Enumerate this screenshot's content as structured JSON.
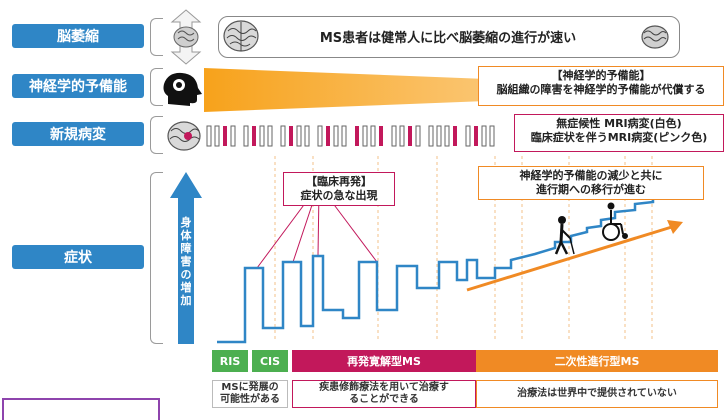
{
  "rows": {
    "atrophy": "脳萎縮",
    "reserve": "神経学的予備能",
    "lesions": "新規病変",
    "symptoms": "症状"
  },
  "atrophy_caption": "MS患者は健常人に比べ脳萎縮の進行が速い",
  "reserve_box": {
    "line1": "【神経学的予備能】",
    "line2": "脳組織の障害を神経学的予備能が代償する"
  },
  "lesion_box": {
    "line1": "無症候性 MRI病変(白色)",
    "line2": "臨床症状を伴うMRI病変(ピンク色)"
  },
  "relapse_box": {
    "line1": "【臨床再発】",
    "line2": "症状の急な出現"
  },
  "progression_box": {
    "line1": "神経学的予備能の減少と共に",
    "line2": "進行期への移行が進む"
  },
  "axis_label": "身体障害の増加",
  "phases": [
    {
      "label": "RIS",
      "color": "#4caf50"
    },
    {
      "label": "CIS",
      "color": "#4caf50"
    },
    {
      "label": "再発寛解型MS",
      "color": "#c2185b"
    },
    {
      "label": "二次性進行型MS",
      "color": "#f08a24"
    }
  ],
  "notes": {
    "ris_cis": "MSに発展の可能性がある",
    "rrms": "疾患修飾療法を用いて治療することができる",
    "spms": "治療法は世界中で提供されていない"
  },
  "lesion_pattern": [
    "w",
    "w",
    "p",
    "w",
    "w",
    "p",
    "w",
    "w",
    "w",
    "p",
    "w",
    "w",
    "w",
    "p",
    "w",
    "w",
    "p",
    "w",
    "w",
    "p",
    "w",
    "w",
    "p",
    "w",
    "w",
    "w",
    "w",
    "p",
    "w",
    "p",
    "w",
    "w"
  ],
  "colors": {
    "label_blue": "#2f86c6",
    "pink": "#c2185b",
    "orange": "#f08a24",
    "green": "#4caf50"
  }
}
